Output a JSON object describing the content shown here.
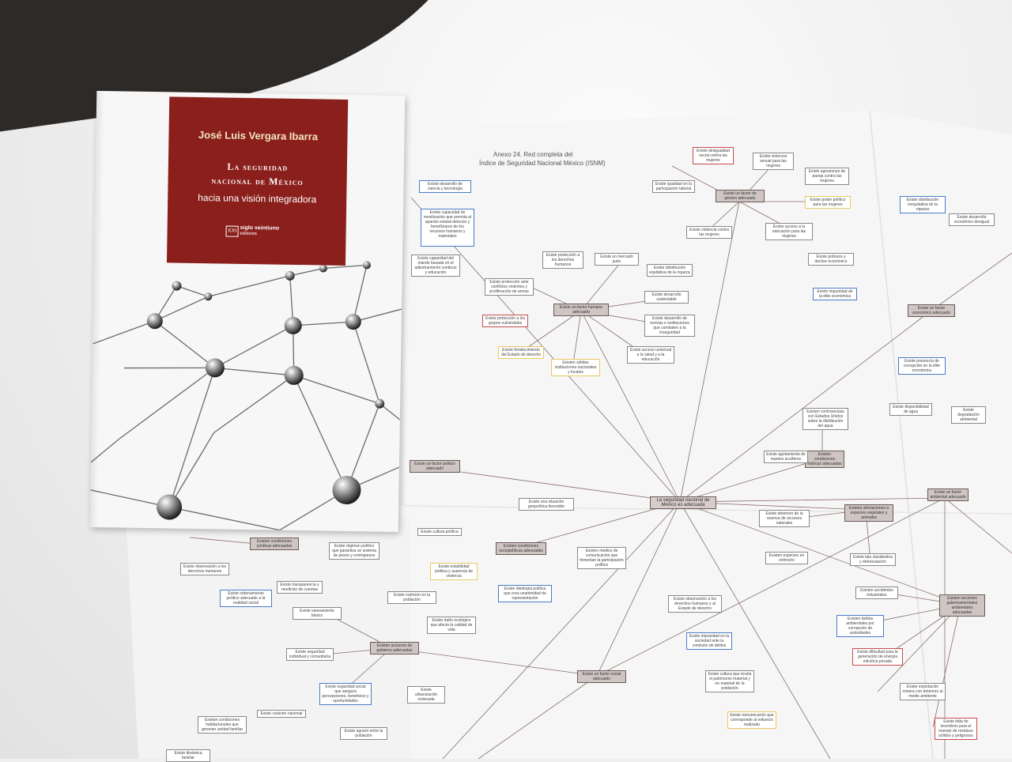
{
  "book": {
    "author": "José Luis Vergara Ibarra",
    "title_line_1": "La seguridad",
    "title_line_2": "nacional de México",
    "subtitle": "hacia una visión integradora",
    "publisher_logo": "XXI",
    "publisher_name": "siglo veintiuno",
    "publisher_sub": "editores",
    "cover_color": "#8a1f1c"
  },
  "map": {
    "title_line_1": "Anexo 24. Red completa del",
    "title_line_2": "Índice de Seguridad Nacional México (ISNM)",
    "center_node": "La seguridad nacional de México es adecuada",
    "hubs": [
      "Existe un factor de género adecuado",
      "Existe un factor humano adecuado",
      "Existe un factor político adecuado",
      "Existen condiciones sociopolíticas adecuadas",
      "Existen acciones de gobierno adecuadas",
      "Existe un factor social adecuado",
      "Existen condiciones hídricas adecuadas",
      "Existen afectaciones a especies vegetales y animales",
      "Existe un factor ambiental adecuado",
      "Existen acciones gubernamentales ambientales adecuadas",
      "Existe un factor económico adecuado",
      "Existen condiciones jurídicas adecuadas"
    ],
    "nodes": [
      "Existe desarrollo de ciencia y tecnología",
      "Existe capacidad de movilización que permita al aparato estatal detectar y beneficiarse de los recursos humanos y materiales",
      "Existe capacidad del mando basada en el adiestramiento continuo y educación",
      "Existe protección a los derechos humanos",
      "Existe un mercado justo",
      "Existe distribución equitativa de la riqueza",
      "Existe protección ante conflictos violentos y proliferación de armas",
      "Existe desarrollo sustentable",
      "Existe protección a los grupos vulnerables",
      "Existe desarrollo de normas e instituciones que combaten a la inseguridad",
      "Existe fortalecimiento del Estado de derecho",
      "Existe acceso universal a la salud y a la educación",
      "Existen sólidas instituciones nacionales y locales",
      "Existe desigualdad social contra las mujeres",
      "Existe violencia sexual para las mujeres",
      "Existe agresiones de pareja contra las mujeres",
      "Existe igualdad en la participación laboral",
      "Existe poder político para las mujeres",
      "Existe acceso a la educación para las mujeres",
      "Existe violencia contra las mujeres",
      "Existe una situación geopolítica favorable",
      "Existe cultura política",
      "Existe estabilidad política y ausencia de violencia",
      "Existe ideología política que crea unanimidad de representación",
      "Existen medios de comunicación que fomentan la participación política",
      "Existe nutrición en la población",
      "Existe saneamiento básico",
      "Existe seguridad individual y comunitaria",
      "Existe seguridad social que asegura percepciones, beneficios y oportunidades",
      "Existe daño ecológico que afecta la calidad de vida",
      "Existe urbanización ordenada",
      "Existe carácter nacional",
      "Existe agrario entre la población",
      "Existen condiciones habitacionales que generan unidad familiar",
      "Existe observación a los derechos humanos y al Estado de derecho",
      "Existe impunidad en la sociedad ante la comisión de delitos",
      "Existe cultura que revela el patrimonio material y no material de la población",
      "Existe remuneración que corresponde al esfuerzo realizado",
      "Existe disponibilidad de agua",
      "Existen controversias con Estados Unidos sobre la distribución del agua",
      "Existe agotamiento de mantos acuíferos",
      "Existe deterioro de la reserva de recursos naturales",
      "Existen especies en extinción",
      "Existe tala clandestina y deforestación",
      "Existe degradación ambiental",
      "Existen accidentes industriales",
      "Existen delitos ambientales por corrupción de autoridades",
      "Existe dificultad para la generación de energía eléctrica privada",
      "Existe explotación minera con deterioro al medio ambiente",
      "Existe falta de incentivos para el manejo de residuos sólidos y peligrosos",
      "Existe distribución inequitativa de la riqueza",
      "Existe desarrollo económico desigual",
      "Existe pobreza y declive económico",
      "Existe impunidad de la élite económica",
      "Existe presencia de corrupción en la élite económica",
      "Existe observación a los derechos humanos",
      "Existe ordenamiento jurídico adecuado a la realidad social",
      "Existe transparencia y rendición de cuentas",
      "Existe régimen político que garantiza un sistema de pesos y contrapesos",
      "Existe dinámica familiar"
    ]
  }
}
